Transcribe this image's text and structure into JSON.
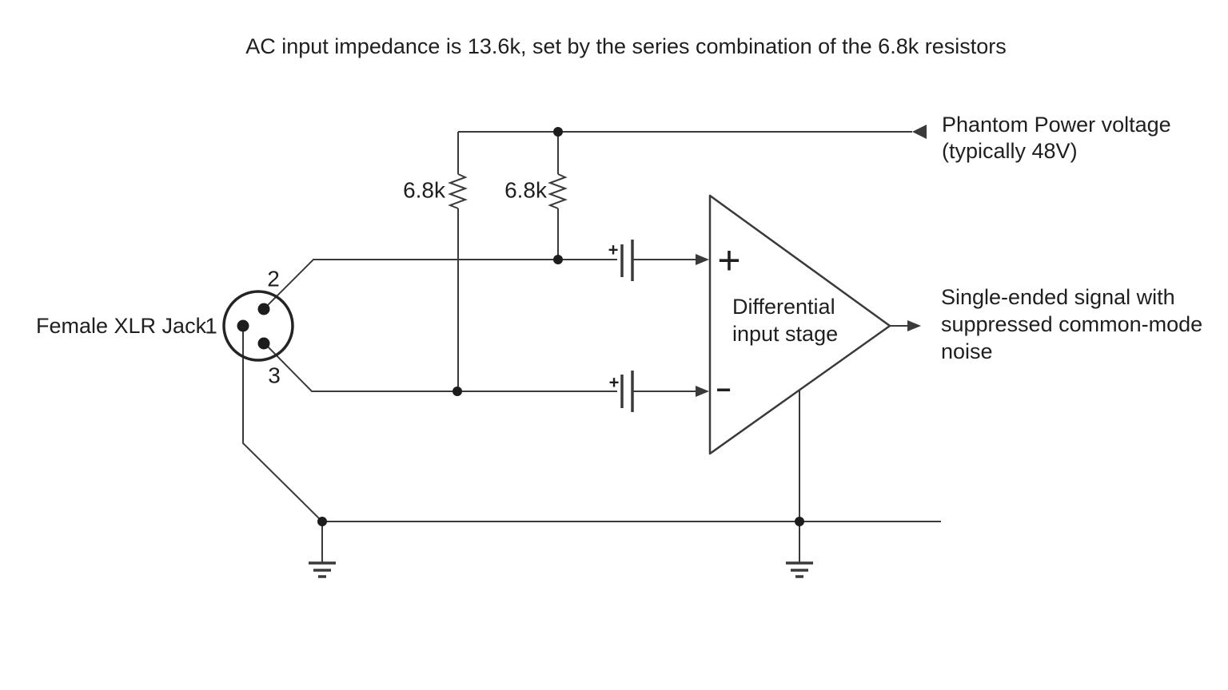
{
  "colors": {
    "background": "#ffffff",
    "line": "#3a3a3a",
    "ink": "#1f1f1f"
  },
  "title": "AC input impedance is 13.6k, set by the series combination of the 6.8k resistors",
  "xlr": {
    "label": "Female XLR Jack",
    "pin1": "1",
    "pin2": "2",
    "pin3": "3"
  },
  "resistors": {
    "left_value": "6.8k",
    "right_value": "6.8k"
  },
  "phantom": {
    "line1": "Phantom Power voltage",
    "line2": "(typically 48V)"
  },
  "capacitors": {
    "top_polarity": "+",
    "bottom_polarity": "+"
  },
  "opamp": {
    "noninverting_input": "+",
    "inverting_input": "−",
    "label_line1": "Differential",
    "label_line2": "input stage"
  },
  "output": {
    "line1": "Single-ended signal with",
    "line2": "suppressed common-mode",
    "line3": "noise"
  }
}
